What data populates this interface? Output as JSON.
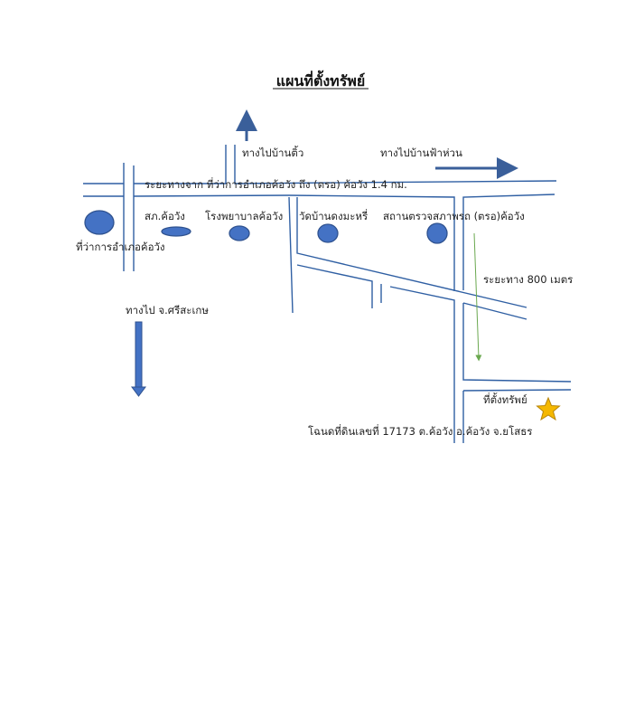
{
  "title": "แผนที่ตั้งทรัพย์",
  "labels": {
    "to_ban_thio": "ทางไปบ้านติ้ว",
    "to_ban_fa_huan": "ทางไปบ้านฟ้าห่วน",
    "distance_main": "ระยะทางจาก ที่ว่าการอำเภอค้อวัง ถึง  (ตรอ) ค้อวัง  1.4 กม.",
    "district_office": "ที่ว่าการอำเภอค้อวัง",
    "police": "สภ.ค้อวัง",
    "hospital": "โรงพยาบาลค้อวัง",
    "temple": "วัดบ้านดงมะหรี่",
    "inspection_station": "สถานตรวจสภาพรถ (ตรอ)ค้อวัง",
    "distance_800": "ระยะทาง 800 เมตร",
    "to_sisaket": "ทางไป จ.ศรีสะเกษ",
    "property_location": "ที่ตั้งทรัพย์",
    "deed": "โฉนดที่ดินเลขที่ 17173 ต.ค้อวัง อ.ค้อวัง  จ.ยโสธร"
  },
  "colors": {
    "road": "#2f5fa3",
    "marker": "#4472c4",
    "arrow": "#3a5f9a",
    "green_arrow": "#6aa84f",
    "star": "#f5b800"
  }
}
